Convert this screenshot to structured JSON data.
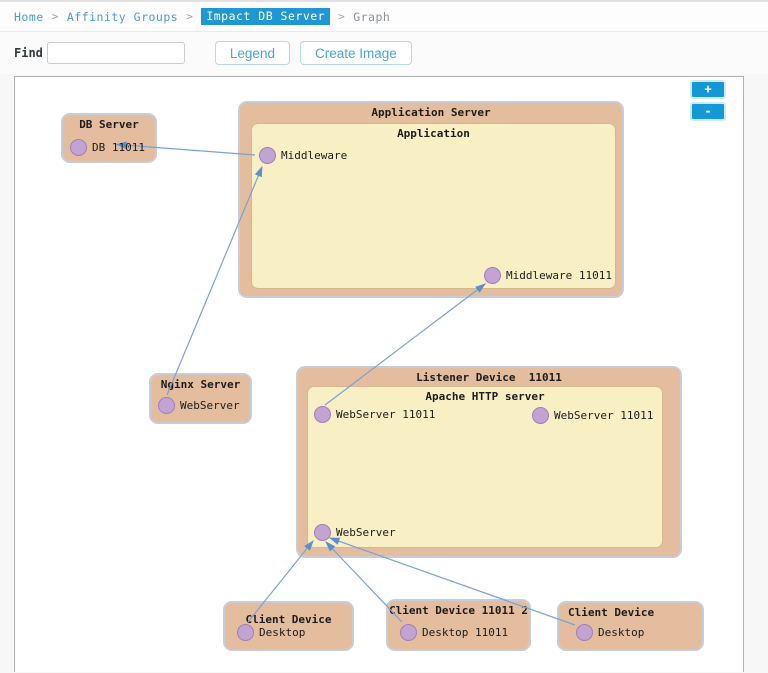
{
  "breadcrumb": {
    "separator": ">",
    "items": [
      {
        "label": "Home",
        "type": "link"
      },
      {
        "label": "Affinity Groups",
        "type": "link"
      },
      {
        "label": "Impact DB Server",
        "type": "selected"
      },
      {
        "label": "Graph",
        "type": "current"
      }
    ]
  },
  "toolbar": {
    "find_label": "Find",
    "find_value": "",
    "legend_label": "Legend",
    "create_image_label": "Create Image"
  },
  "zoom_controls": {
    "zoom_in": "+",
    "zoom_out": "-"
  },
  "colors": {
    "accent_blue": "#2096d3",
    "link_blue": "#4b9bd2",
    "group_fill": "#e3bd9e",
    "subgroup_fill": "#f9efc4",
    "node_fill": "#c3a3d2",
    "edge_blue": "#78a2d8"
  },
  "graph": {
    "groups": [
      {
        "title": "DB Server",
        "nodes": [
          {
            "label": "DB 11011"
          }
        ]
      },
      {
        "title": "Application Server",
        "subgroup_title": "Application",
        "nodes": [
          {
            "label": "Middleware"
          },
          {
            "label": "Middleware 11011"
          }
        ]
      },
      {
        "title": "Nginx Server",
        "nodes": [
          {
            "label": "WebServer"
          }
        ]
      },
      {
        "title": "Listener Device  11011",
        "subgroup_title": "Apache HTTP server",
        "nodes": [
          {
            "label": "WebServer 11011"
          },
          {
            "label": "WebServer 11011"
          },
          {
            "label": "WebServer"
          }
        ]
      },
      {
        "title": "Client Device",
        "nodes": [
          {
            "label": "Desktop"
          }
        ]
      },
      {
        "title": "Client Device 11011 2",
        "nodes": [
          {
            "label": "Desktop 11011"
          }
        ]
      },
      {
        "title": "Client Device",
        "nodes": [
          {
            "label": "Desktop"
          }
        ]
      }
    ],
    "edges": [
      {
        "from": "Middleware",
        "to": "DB 11011"
      },
      {
        "from": "WebServer (Nginx Server)",
        "to": "Middleware"
      },
      {
        "from": "WebServer 11011 (Apache HTTP server)",
        "to": "Middleware 11011"
      },
      {
        "from": "Desktop (Client Device)",
        "to": "WebServer (Apache HTTP server)"
      },
      {
        "from": "Desktop 11011 (Client Device 11011 2)",
        "to": "WebServer (Apache HTTP server)"
      },
      {
        "from": "Desktop (Client Device)",
        "to": "WebServer (Apache HTTP server)"
      }
    ]
  }
}
